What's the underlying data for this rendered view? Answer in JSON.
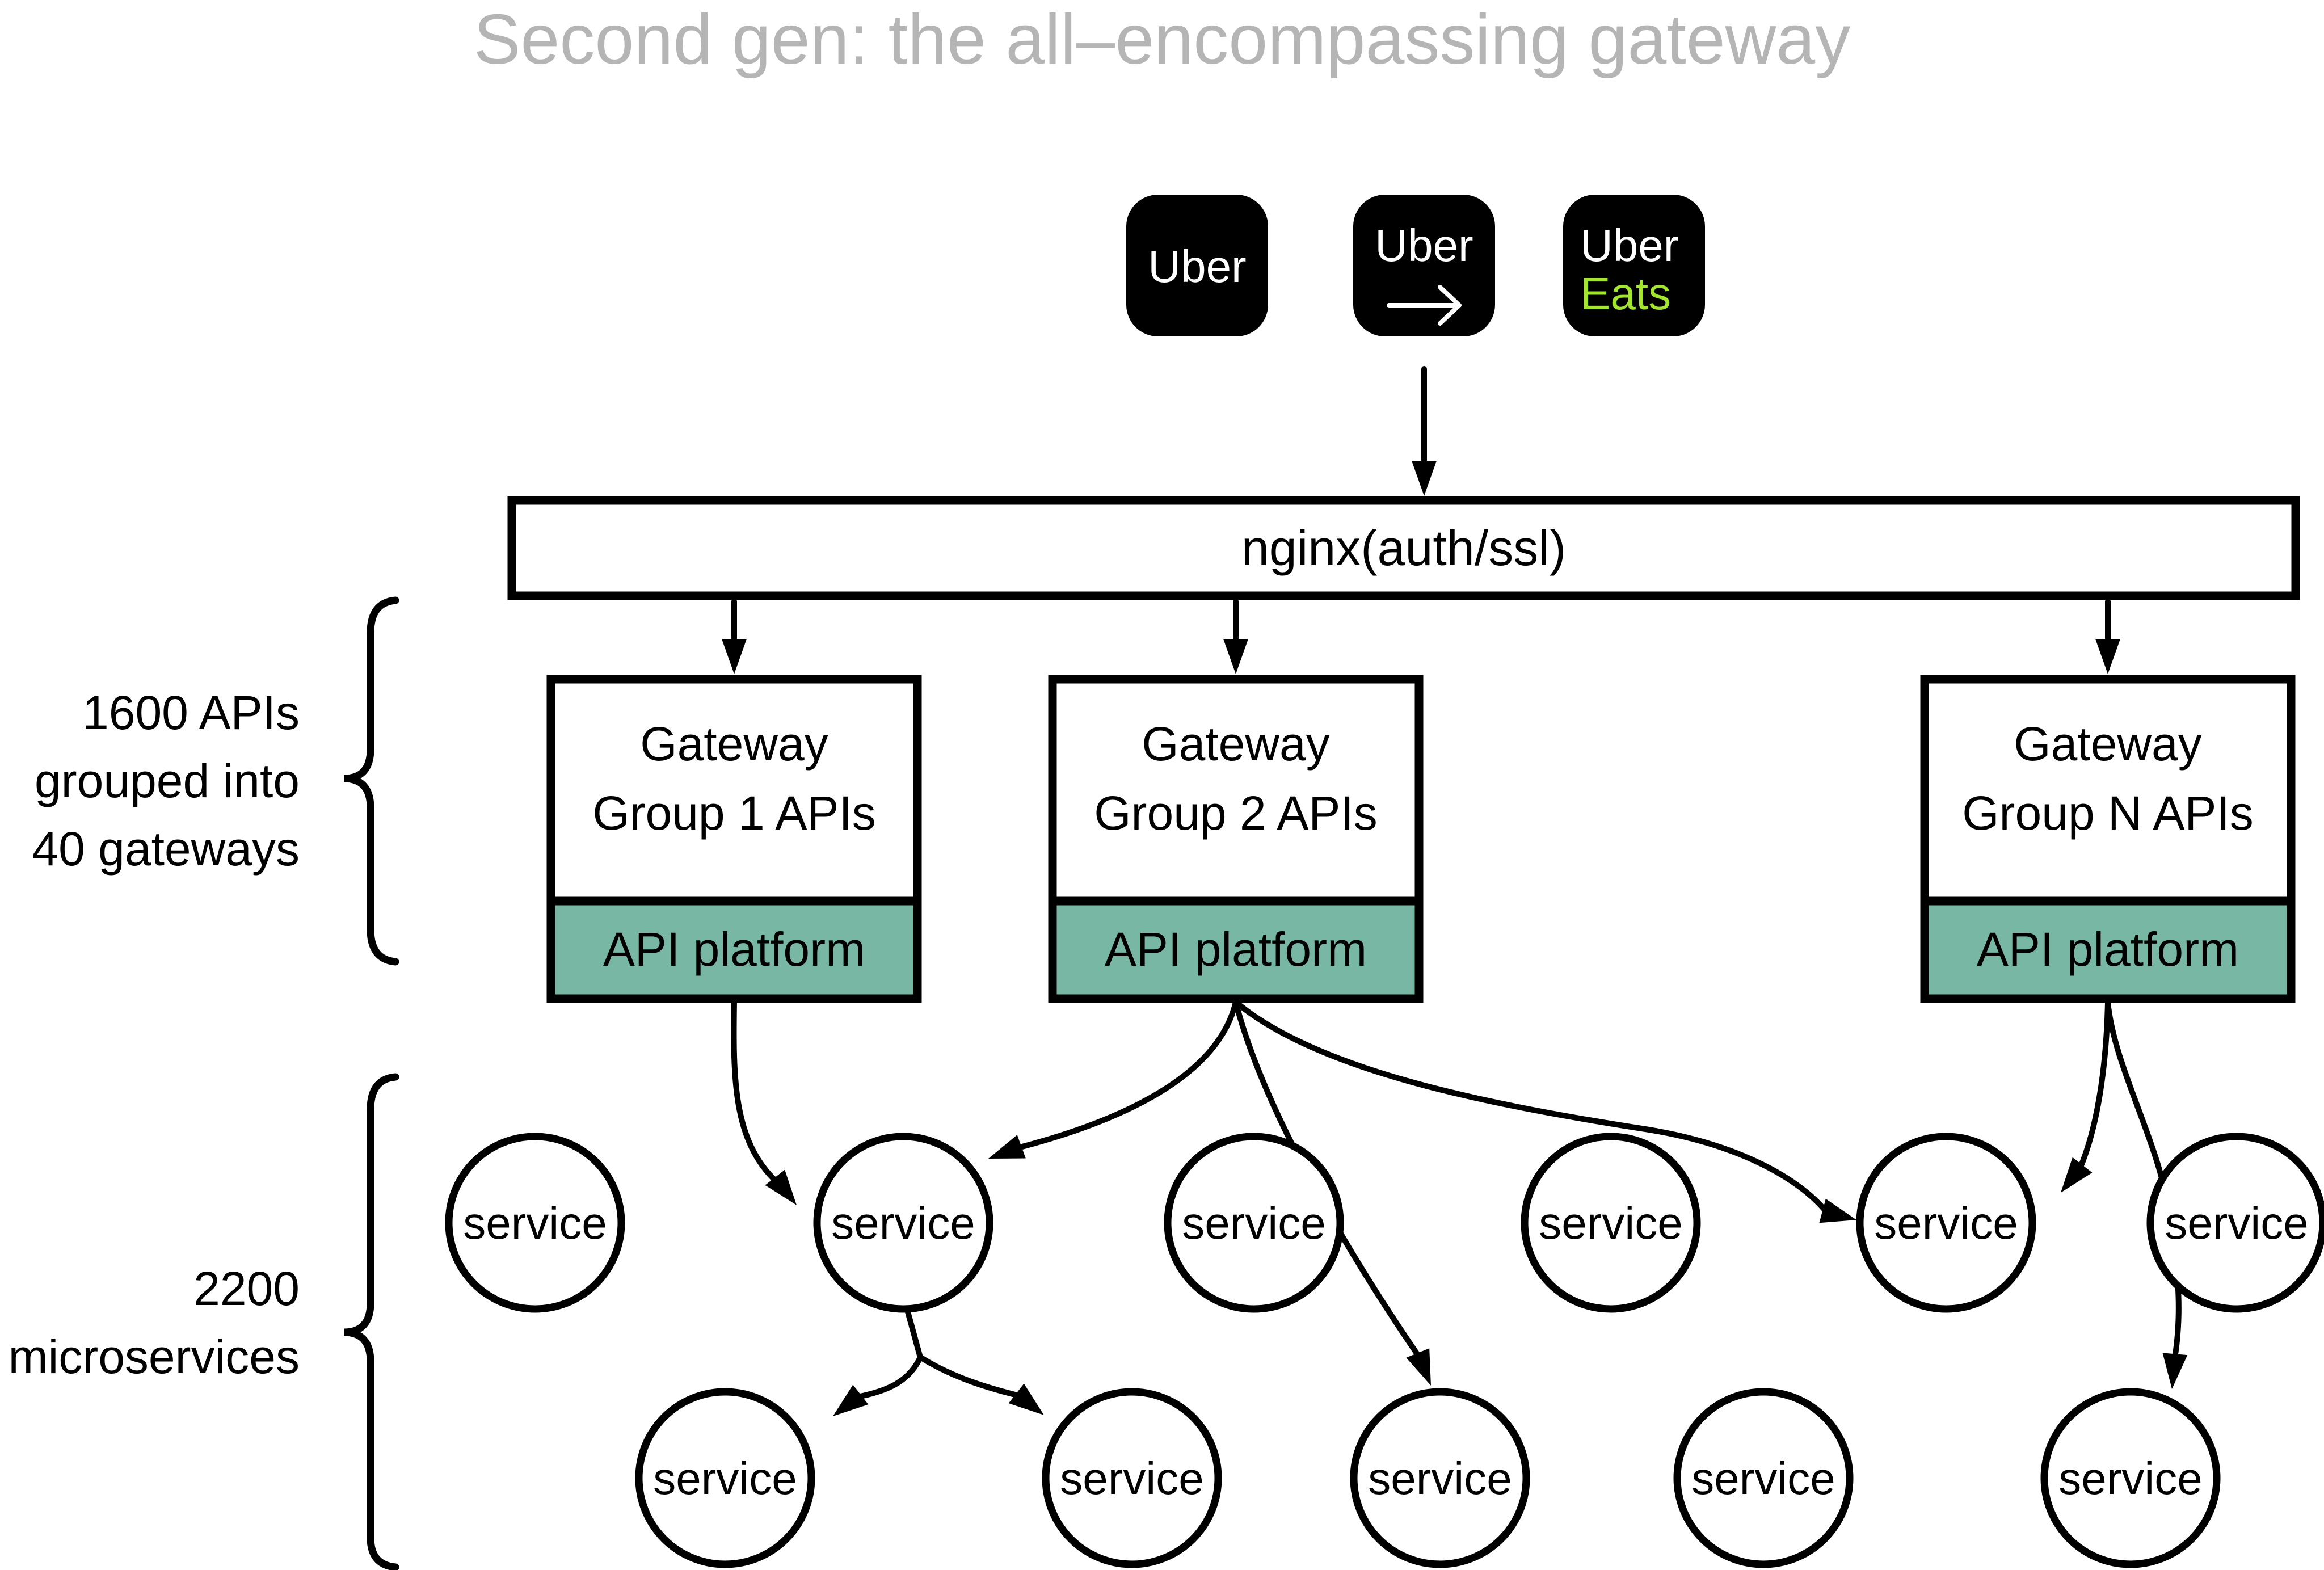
{
  "title": "Second gen: the all–encompassing gateway",
  "apps": [
    {
      "label": "Uber"
    },
    {
      "label": "Uber",
      "icon": "arrow-right-icon"
    },
    {
      "line1": "Uber",
      "line2": "Eats"
    }
  ],
  "nginx": {
    "label": "nginx(auth/ssl)"
  },
  "gateways": [
    {
      "line1": "Gateway",
      "line2": "Group 1 APIs",
      "platform": "API platform"
    },
    {
      "line1": "Gateway",
      "line2": "Group 2 APIs",
      "platform": "API platform"
    },
    {
      "line1": "Gateway",
      "line2": "Group N APIs",
      "platform": "API platform"
    }
  ],
  "annotations": {
    "gateways_label_lines": [
      "1600 APIs",
      "grouped into",
      "40 gateways"
    ],
    "services_label_lines": [
      "2200",
      "microservices"
    ]
  },
  "service_label": "service",
  "colors": {
    "platform_teal": "#79b7a5",
    "eats_green": "#a4e530",
    "title_gray": "#b5b5b5",
    "icon_black": "#000000"
  }
}
